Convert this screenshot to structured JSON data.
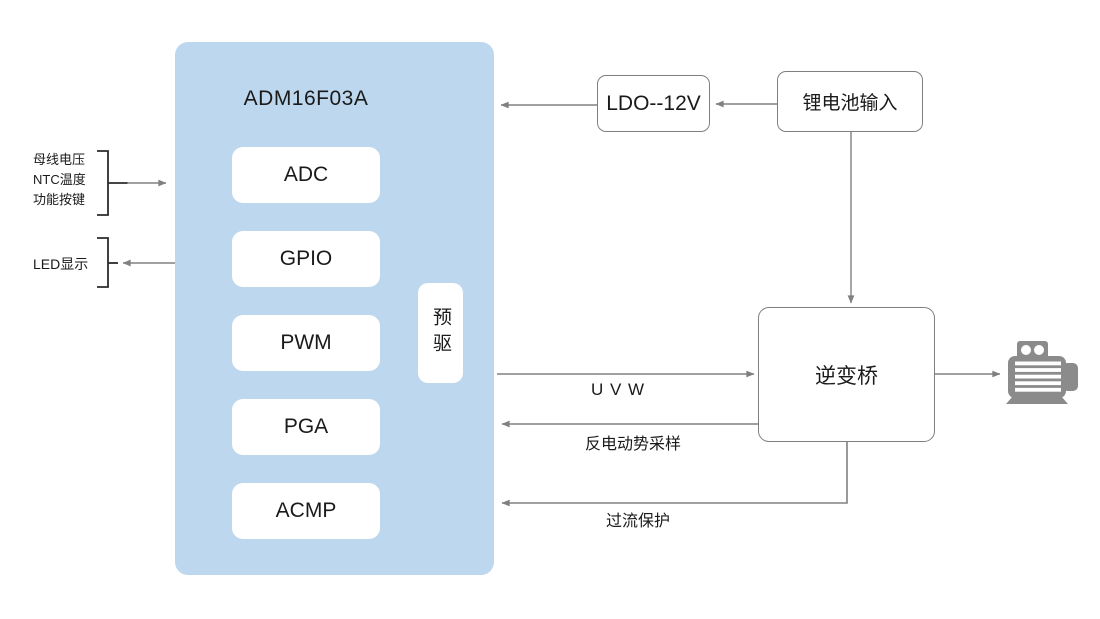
{
  "chip": {
    "title": "ADM16F03A",
    "blocks": [
      "ADC",
      "GPIO",
      "PWM",
      "PGA",
      "ACMP"
    ],
    "predriver": "预驱"
  },
  "boxes": {
    "ldo": "LDO--12V",
    "battery": "锂电池输入",
    "inverter": "逆变桥"
  },
  "left_labels": {
    "inputs": [
      "母线电压",
      "NTC温度",
      "功能按键"
    ],
    "led": "LED显示"
  },
  "signals": {
    "uvw": "U V W",
    "bemf": "反电动势采样",
    "ocp": "过流保护"
  },
  "icons": {
    "motor": "motor-icon"
  },
  "colors": {
    "chip_fill": "#bdd7ee",
    "module_fill": "#ffffff",
    "connector_gray": "#808080",
    "box_border_gray": "#7f7f7f",
    "bracket_dark": "#2b2b2b",
    "motor_gray": "#8b8b8b",
    "text": "#1a1a1a"
  }
}
